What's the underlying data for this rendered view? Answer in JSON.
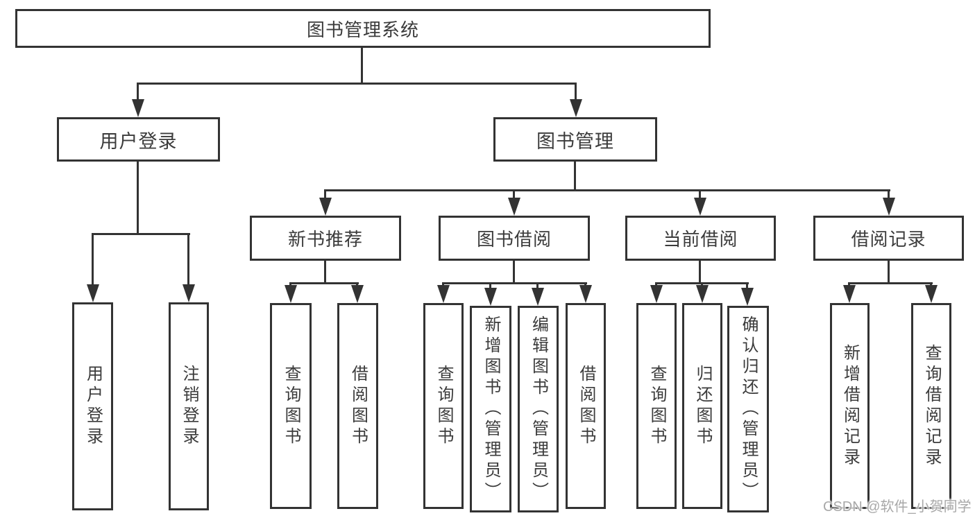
{
  "nodes": {
    "root": "图书管理系统",
    "level2": {
      "user_login": "用户登录",
      "book_management": "图书管理"
    },
    "level3": {
      "new_book_recommend": "新书推荐",
      "book_borrow": "图书借阅",
      "current_borrow": "当前借阅",
      "borrow_records": "借阅记录"
    },
    "leaves": {
      "user_login": "用户登录",
      "logout": "注销登录",
      "query_book_1": "查询图书",
      "borrow_book_1": "借阅图书",
      "query_book_2": "查询图书",
      "add_book_admin": "新增图书（管理员）",
      "edit_book_admin": "编辑图书（管理员）",
      "borrow_book_2": "借阅图书",
      "query_book_3": "查询图书",
      "return_book": "归还图书",
      "confirm_return_admin": "确认归还（管理员）",
      "add_borrow_record": "新增借阅记录",
      "query_borrow_record": "查询借阅记录"
    },
    "watermark": "CSDN @软件_小贺同学"
  },
  "colors": {
    "line": "#333333",
    "box_background": "#ffffff",
    "text": "#3b3b3b",
    "watermark": "#a8a8a8",
    "background": "#ffffff"
  }
}
